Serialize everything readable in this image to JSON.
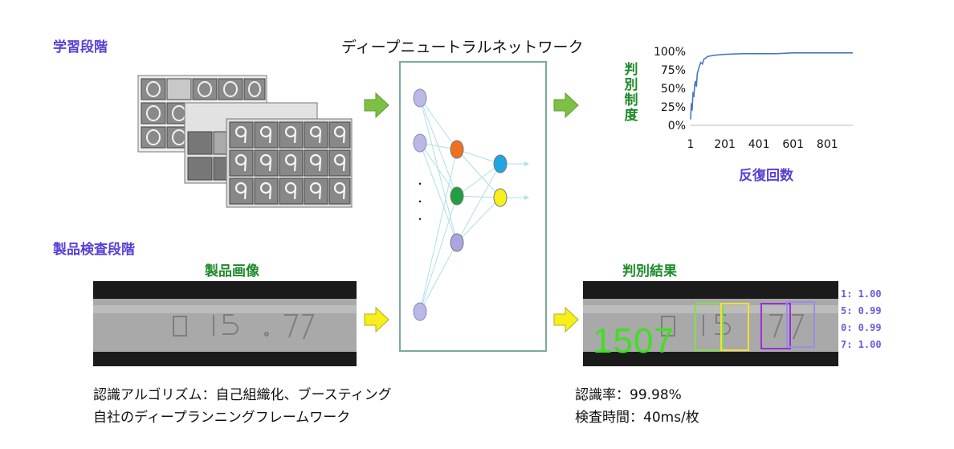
{
  "labels": {
    "learning_phase": "学習段階",
    "inspection_phase": "製品検査段階",
    "network_title": "ディープニュートラルネットワーク",
    "product_image": "製品画像",
    "result": "判別結果",
    "ellipsis": "・\n・\n・"
  },
  "bottom_left": {
    "line1": "認識アルゴリズム：自己組織化、ブースティング",
    "line2": "自社のディープランニングフレームワーク"
  },
  "bottom_right": {
    "line1": "認識率：99.98%",
    "line2": "検査時間：40ms/枚"
  },
  "result_overlay": {
    "detected_text": "1507",
    "scores": [
      "1: 1.00",
      "5: 0.99",
      "0: 0.99",
      "7: 1.00"
    ],
    "box_colors": [
      "#7fe04a",
      "#f3e03a",
      "#9b2fd8",
      "#9a8ce8"
    ]
  },
  "network_colors": {
    "input": "#b9b8e6",
    "hidden": [
      "#f07020",
      "#20a040",
      "#a9a6df"
    ],
    "output": [
      "#1fa6e0",
      "#f7f01a"
    ],
    "edge": "#aee0e4"
  },
  "chart_data": {
    "type": "line",
    "xlabel": "反復回数",
    "ylabel": "判別制度",
    "xticks": [
      "1",
      "201",
      "401",
      "601",
      "801"
    ],
    "yticks": [
      "100%",
      "75%",
      "50%",
      "25%",
      "0%"
    ],
    "xlim": [
      1,
      950
    ],
    "ylim": [
      0,
      100
    ],
    "series": [
      {
        "x": [
          1,
          5,
          10,
          15,
          20,
          25,
          30,
          35,
          40,
          50,
          60,
          70,
          80,
          90,
          100,
          120,
          150,
          200,
          300,
          400,
          500,
          600,
          700,
          800,
          900,
          950
        ],
        "y": [
          8,
          30,
          20,
          45,
          38,
          55,
          60,
          52,
          70,
          78,
          85,
          83,
          90,
          91,
          93,
          94,
          95,
          96,
          97,
          97,
          97,
          98,
          98,
          98,
          98,
          98
        ]
      }
    ],
    "color": "#4a78b8"
  }
}
